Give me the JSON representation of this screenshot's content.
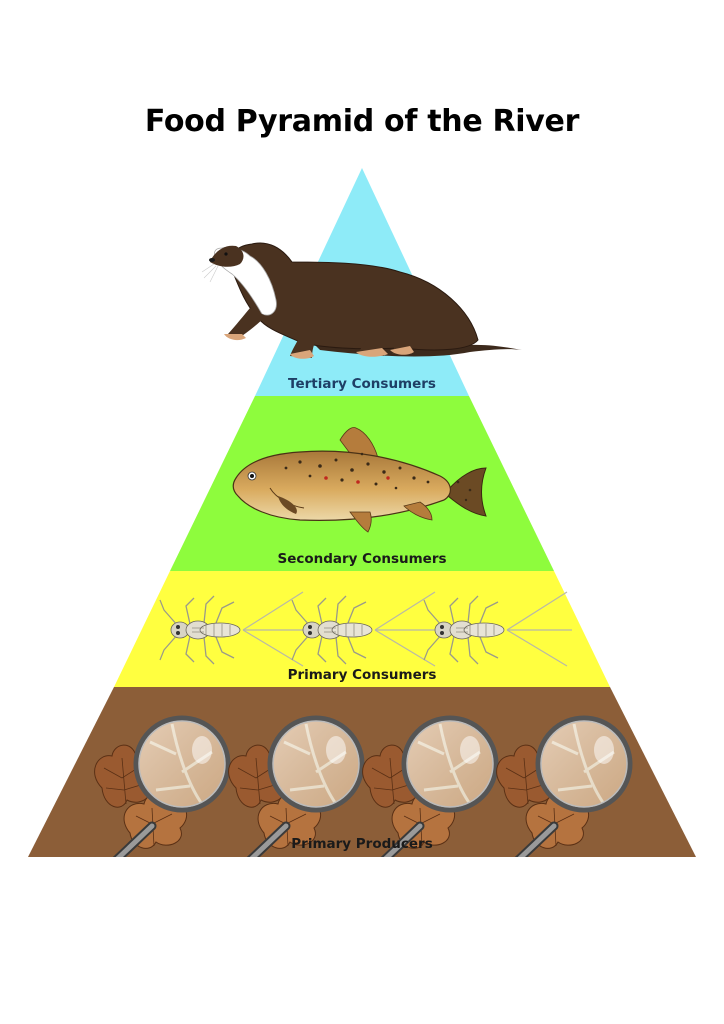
{
  "title": "Food Pyramid of the River",
  "tiers": [
    {
      "label": "Tertiary Consumers",
      "color": "#8EEBF8",
      "label_color": "#1E3F66",
      "icon": "otter-icon"
    },
    {
      "label": "Secondary Consumers",
      "color": "#8EFC3D",
      "label_color": "#1A1A1A",
      "icon": "trout-icon"
    },
    {
      "label": "Primary Consumers",
      "color": "#FFFF40",
      "label_color": "#1A1A1A",
      "icon": "mayfly-nymph-icon"
    },
    {
      "label": "Primary Producers",
      "color": "#8C5E38",
      "label_color": "#1A1A1A",
      "icon": "leaf-litter-magnifier-icon"
    }
  ]
}
